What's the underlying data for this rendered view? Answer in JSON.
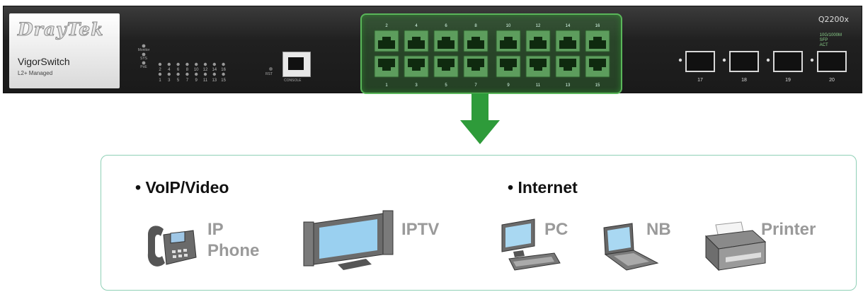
{
  "switch": {
    "brand": "DrayTek",
    "product_name": "VigorSwitch",
    "product_subtitle": "L2+ Managed",
    "model": "Q2200x",
    "console_label": "CONSOLE",
    "rst_label": "RST",
    "led_labels": [
      "Monitor",
      "SYS",
      "PoE"
    ],
    "led_numbers_top": [
      "2",
      "4",
      "6",
      "8",
      "10",
      "12",
      "14",
      "16"
    ],
    "led_numbers_bottom": [
      "1",
      "3",
      "5",
      "7",
      "9",
      "11",
      "13",
      "15"
    ],
    "port_numbers_top": [
      "2",
      "4",
      "6",
      "8",
      "10",
      "12",
      "14",
      "16"
    ],
    "port_numbers_bottom": [
      "1",
      "3",
      "5",
      "7",
      "9",
      "11",
      "13",
      "15"
    ],
    "sfp_numbers": [
      "17",
      "18",
      "19",
      "20"
    ],
    "sfp_legend": [
      "10G/1000M",
      "SFP",
      "ACT"
    ]
  },
  "services": {
    "voip": {
      "heading": "• VoIP/Video",
      "devices": [
        {
          "icon": "ip-phone-icon",
          "label_line1": "IP",
          "label_line2": "Phone"
        },
        {
          "icon": "iptv-icon",
          "label_line1": "IPTV"
        }
      ]
    },
    "internet": {
      "heading": "• Internet",
      "devices": [
        {
          "icon": "pc-icon",
          "label_line1": "PC"
        },
        {
          "icon": "notebook-icon",
          "label_line1": "NB"
        },
        {
          "icon": "printer-icon",
          "label_line1": "Printer"
        }
      ]
    }
  },
  "colors": {
    "highlight": "#5ab65a",
    "arrow": "#2e9b3a",
    "panel_border": "#8fd0b6",
    "device_label": "#9a9a9a"
  }
}
